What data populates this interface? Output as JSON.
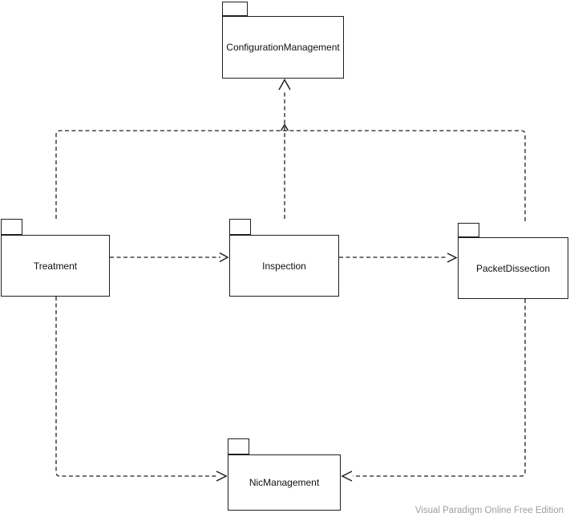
{
  "diagram": {
    "kind": "uml-package-diagram",
    "packages": [
      {
        "label": "ConfigurationManagement"
      },
      {
        "label": "Treatment"
      },
      {
        "label": "Inspection"
      },
      {
        "label": "PacketDissection"
      },
      {
        "label": "NicManagement"
      }
    ],
    "dependencies": [
      {
        "from": "Treatment",
        "to": "Inspection",
        "style": "dashed-open-arrow"
      },
      {
        "from": "Inspection",
        "to": "PacketDissection",
        "style": "dashed-open-arrow"
      },
      {
        "from": "Treatment",
        "to": "ConfigurationManagement",
        "style": "dashed-open-arrow"
      },
      {
        "from": "Inspection",
        "to": "ConfigurationManagement",
        "style": "dashed-open-arrow"
      },
      {
        "from": "PacketDissection",
        "to": "ConfigurationManagement",
        "style": "dashed-open-arrow"
      },
      {
        "from": "Treatment",
        "to": "NicManagement",
        "style": "dashed-open-arrow"
      },
      {
        "from": "PacketDissection",
        "to": "NicManagement",
        "style": "dashed-open-arrow"
      }
    ]
  },
  "footer": {
    "watermark": "Visual Paradigm Online Free Edition"
  },
  "colors": {
    "background": "#ffffff",
    "package_fill": "#ffffff",
    "line": "#1f1f1f",
    "watermark_text": "#9e9e9e"
  }
}
